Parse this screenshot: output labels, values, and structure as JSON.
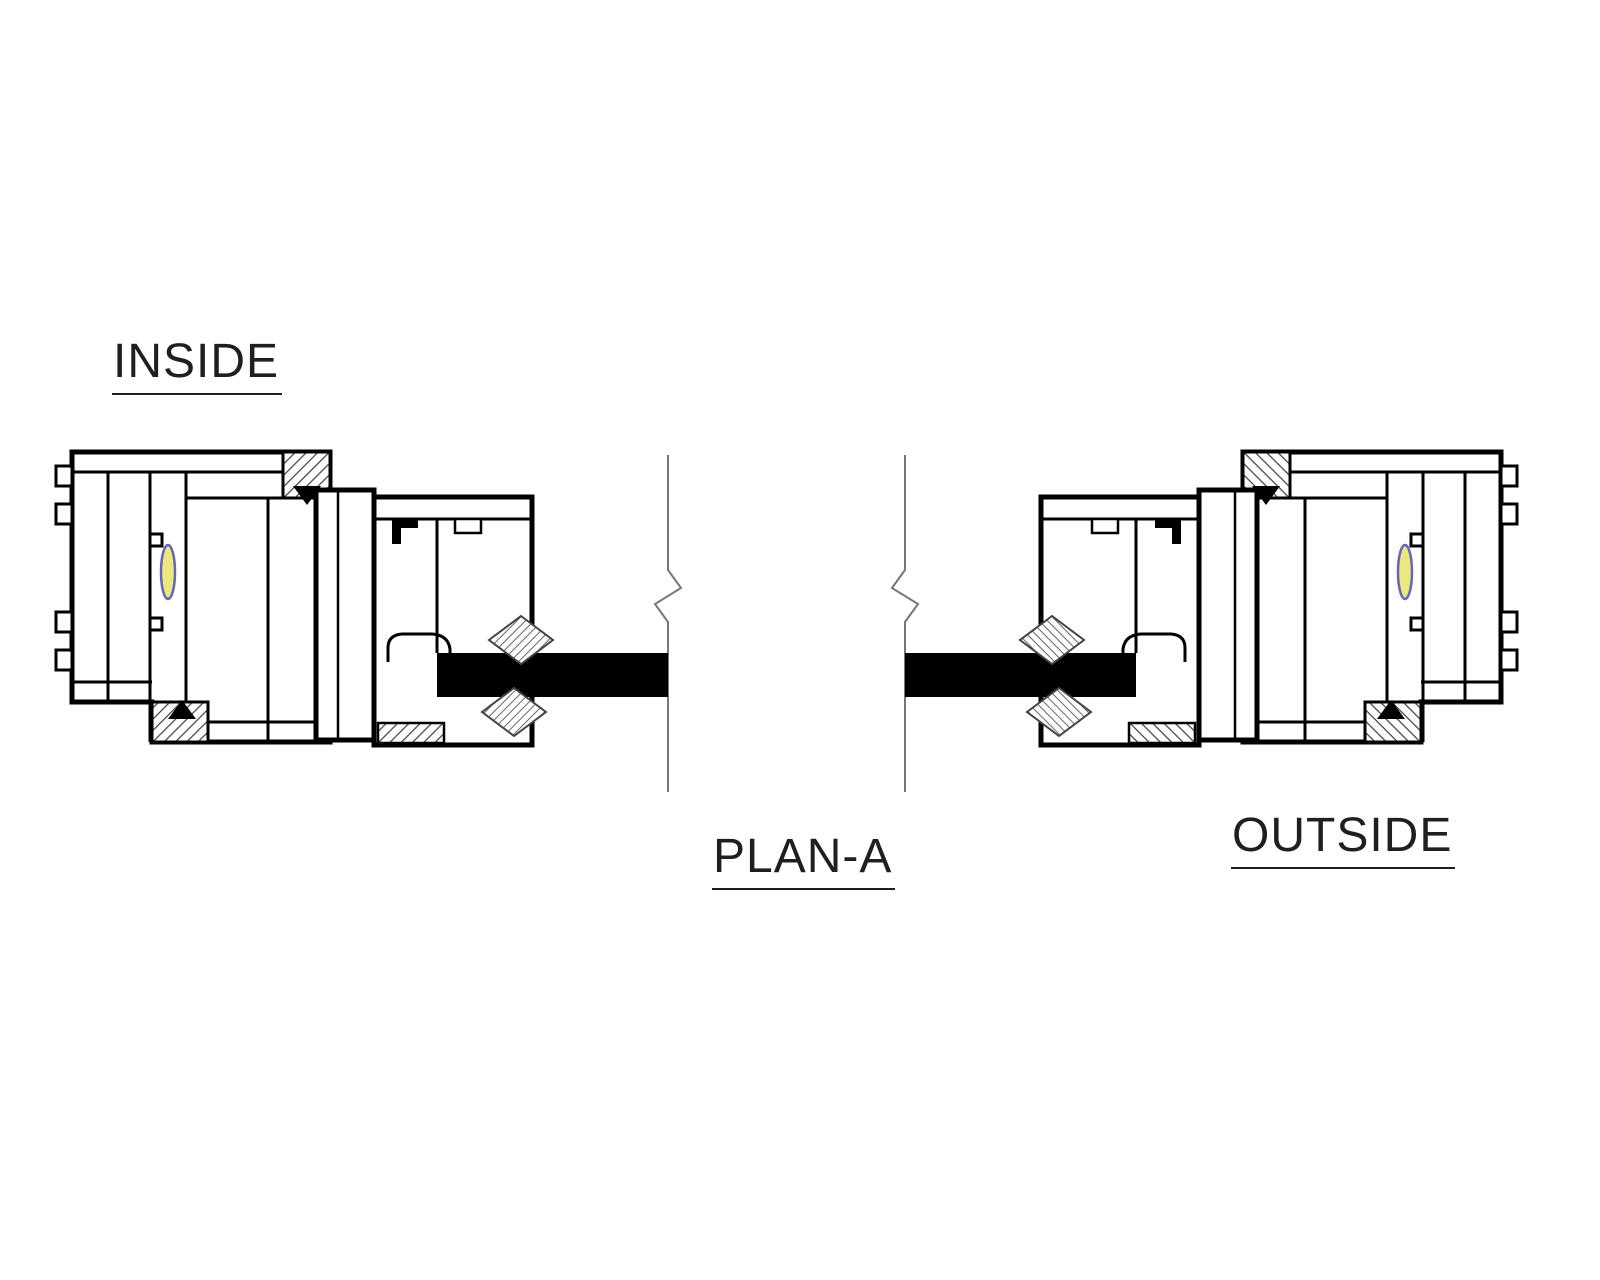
{
  "labels": {
    "inside": "INSIDE",
    "outside": "OUTSIDE",
    "plan": "PLAN-A"
  },
  "colors": {
    "line": "#000000",
    "glass_fill": "#000000",
    "break_line": "#777777",
    "hatch": "#444444",
    "thermal_break_fill": "#ede87e",
    "thermal_break_stroke": "#6666bb",
    "text": "#1f1f1f",
    "background": "#ffffff"
  }
}
